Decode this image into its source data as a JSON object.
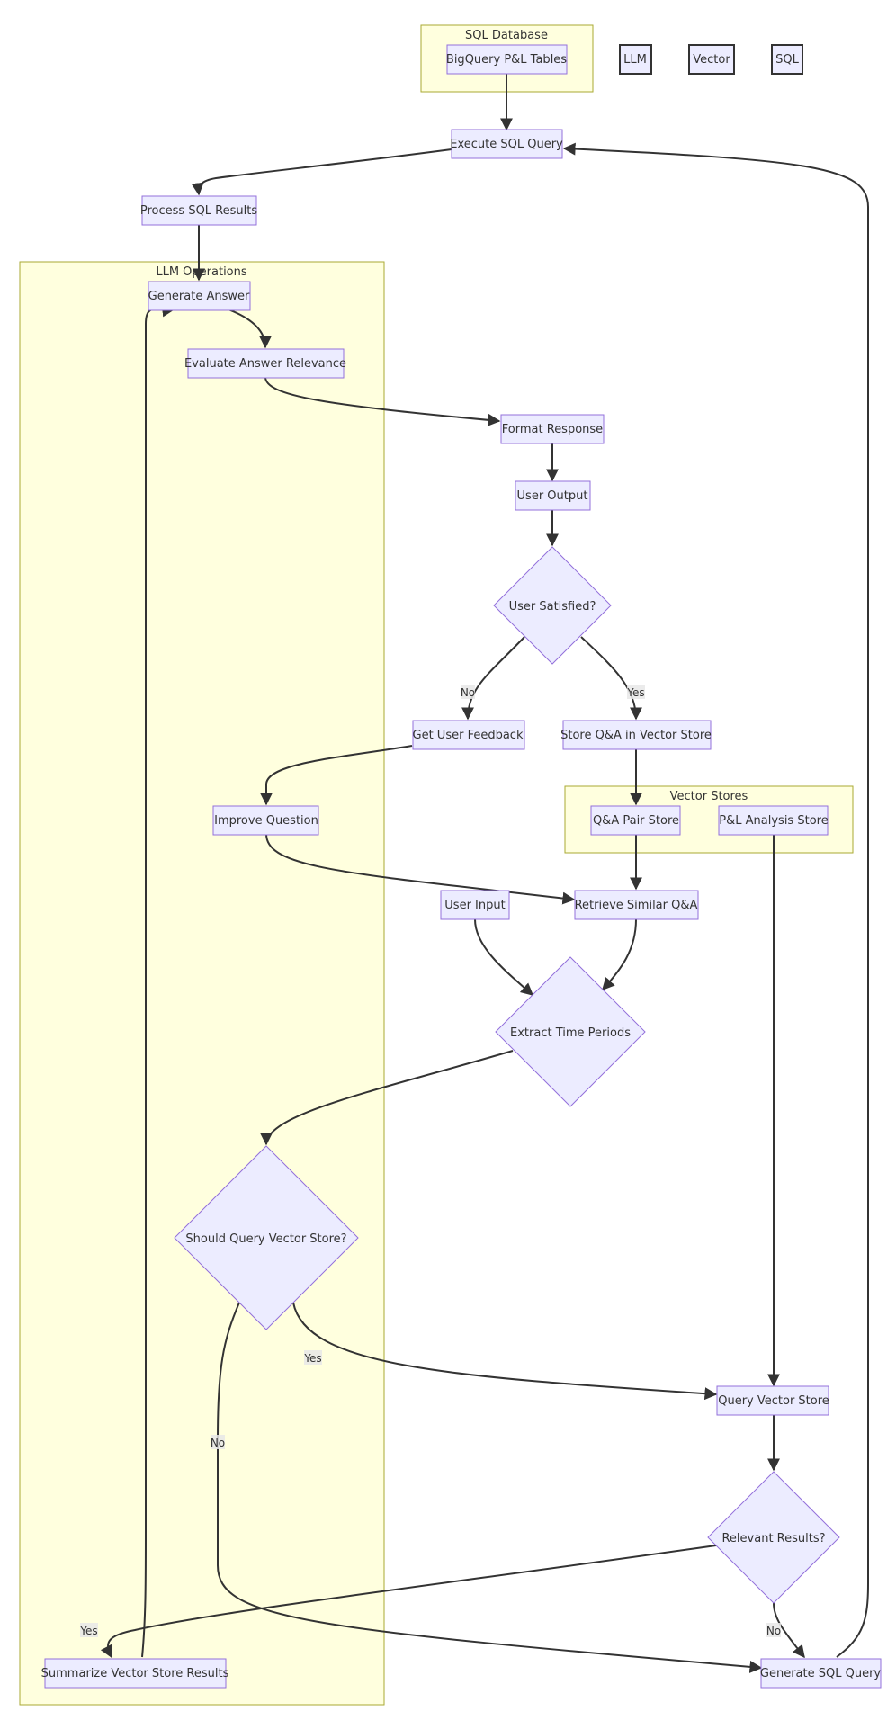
{
  "clusters": {
    "sql_database": "SQL Database",
    "llm_operations": "LLM Operations",
    "vector_stores": "Vector Stores"
  },
  "legend": {
    "llm": "LLM",
    "vector": "Vector",
    "sql": "SQL"
  },
  "nodes": {
    "bigquery": "BigQuery P&L Tables",
    "execute_sql": "Execute SQL Query",
    "process_sql": "Process SQL Results",
    "generate_answer": "Generate Answer",
    "evaluate_relevance": "Evaluate Answer Relevance",
    "format_response": "Format Response",
    "user_output": "User Output",
    "user_satisfied": "User Satisfied?",
    "get_feedback": "Get User Feedback",
    "store_qa": "Store Q&A in Vector Store",
    "improve_question": "Improve Question",
    "qa_pair_store": "Q&A Pair Store",
    "pl_analysis_store": "P&L Analysis Store",
    "user_input": "User Input",
    "retrieve_similar": "Retrieve Similar Q&A",
    "extract_time": "Extract Time Periods",
    "should_query": "Should Query Vector Store?",
    "query_vector": "Query Vector Store",
    "relevant_results": "Relevant Results?",
    "summarize_vector": "Summarize Vector Store Results",
    "generate_sql": "Generate SQL Query"
  },
  "edge_labels": {
    "satisfied_no": "No",
    "satisfied_yes": "Yes",
    "should_yes": "Yes",
    "should_no": "No",
    "relevant_yes": "Yes",
    "relevant_no": "No"
  }
}
